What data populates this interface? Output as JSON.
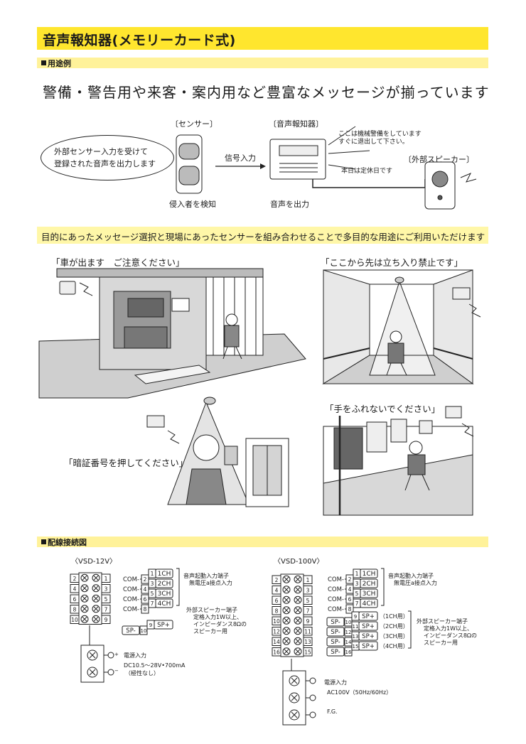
{
  "header": {
    "title": "音声報知器(メモリーカード式)"
  },
  "usage": {
    "section_label": "用途例",
    "headline": "警備・警告用や来客・案内用など豊富なメッセージが揃っています",
    "oval_line1": "外部センサー入力を受けて",
    "oval_line2": "登録された音声を出力します",
    "sensor_label": "〔センサー〕",
    "sensor_caption": "侵入者を検知",
    "signal_label": "信号入力",
    "device_label": "〔音声報知器〕",
    "device_caption": "音声を出力",
    "message1_line1": "ここは機械警備をしています",
    "message1_line2": "すぐに退出して下さい。",
    "message2": "本日は定休日です",
    "speaker_label": "〔外部スピーカー〕"
  },
  "purpose_band": "目的にあったメッセージ選択と現場にあったセンサーを組み合わせることで多目的な用途にご利用いただけます",
  "scenes": {
    "garage_quote": "「車が出ます　ご注意ください」",
    "corridor_quote": "「ここから先は立ち入り禁止です」",
    "pin_quote": "「暗証番号を押してください」",
    "gallery_quote": "「手をふれないでください」"
  },
  "wiring": {
    "section_label": "配線接続図",
    "left": {
      "model": "〈VSD-12V〉",
      "com_rows": [
        {
          "com": "COM-",
          "a": "2",
          "b": "1",
          "ch": "1CH"
        },
        {
          "com": "COM-",
          "a": "4",
          "b": "3",
          "ch": "2CH"
        },
        {
          "com": "COM-",
          "a": "6",
          "b": "5",
          "ch": "3CH"
        },
        {
          "com": "COM-",
          "a": "8",
          "b": "7",
          "ch": "4CH"
        }
      ],
      "sp_row": {
        "minus": "SP-",
        "a": "10",
        "b": "9",
        "plus": "SP+"
      },
      "block_left": [
        "2",
        "4",
        "6",
        "8",
        "10"
      ],
      "block_right": [
        "1",
        "3",
        "5",
        "7",
        "9"
      ],
      "input_note1": "音声起動入力端子",
      "input_note2": "無電圧a接点入力",
      "spk_note1": "外部スピーカー端子",
      "spk_note2": "定格入力1W以上、",
      "spk_note3": "インピーダンス8Ωの",
      "spk_note4": "スピーカー用",
      "power_title": "電源入力",
      "power_spec": "DC10.5～28V•700mA",
      "power_polarity": "（極性なし）",
      "plus_sign": "+",
      "minus_sign": "−"
    },
    "right": {
      "model": "〈VSD-100V〉",
      "com_rows": [
        {
          "com": "COM-",
          "a": "2",
          "b": "1",
          "ch": "1CH"
        },
        {
          "com": "COM-",
          "a": "4",
          "b": "3",
          "ch": "2CH"
        },
        {
          "com": "COM-",
          "a": "6",
          "b": "5",
          "ch": "3CH"
        },
        {
          "com": "COM-",
          "a": "8",
          "b": "7",
          "ch": "4CH"
        }
      ],
      "sp_rows": [
        {
          "minus": "SP-",
          "a": "10",
          "b": "9",
          "plus": "SP+",
          "use": "（1CH用）"
        },
        {
          "minus": "SP-",
          "a": "12",
          "b": "11",
          "plus": "SP+",
          "use": "（2CH用）"
        },
        {
          "minus": "SP-",
          "a": "14",
          "b": "13",
          "plus": "SP+",
          "use": "（3CH用）"
        },
        {
          "minus": "SP-",
          "a": "16",
          "b": "15",
          "plus": "SP+",
          "use": "（4CH用）"
        }
      ],
      "block_left": [
        "2",
        "4",
        "6",
        "8",
        "10",
        "12",
        "14",
        "16"
      ],
      "block_right": [
        "1",
        "3",
        "5",
        "7",
        "9",
        "11",
        "13",
        "15"
      ],
      "input_note1": "音声起動入力端子",
      "input_note2": "無電圧a接点入力",
      "spk_note1": "外部スピーカー端子",
      "spk_note2": "定格入力1W以上、",
      "spk_note3": "インピーダンス8Ωの",
      "spk_note4": "スピーカー用",
      "power_title": "電源入力",
      "power_spec": "AC100V（50Hz/60Hz）",
      "fg": "F.G."
    }
  }
}
